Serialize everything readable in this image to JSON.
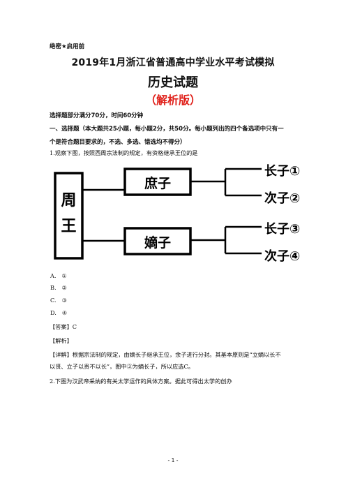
{
  "header": {
    "secret_label": "绝密★启用前",
    "exam_title": "2019年1月浙江省普通高中学业水平考试模拟",
    "subject_title": "历史试题",
    "edition_label": "（解析版）"
  },
  "instructions": {
    "score_note": "选择题部分满分70分，时间60分钟",
    "section_line1": "一、选择题（本大题共25小题，每小题2分，共50分。每小题列出的四个备选项中只有一",
    "section_line2": "个是符合题目要求的，不选、多选、错选均不得分）"
  },
  "question1": {
    "stem": "1.观察下图，按照西周宗法制的规定，有资格继承王位的是",
    "diagram": {
      "king": [
        "周",
        "王"
      ],
      "branch_top": "庶子",
      "branch_bottom": "嫡子",
      "leaves": [
        "长子①",
        "次子②",
        "长子③",
        "次子④"
      ]
    },
    "options": [
      {
        "letter": "A.",
        "text": "①"
      },
      {
        "letter": "B.",
        "text": "②"
      },
      {
        "letter": "C.",
        "text": "③"
      },
      {
        "letter": "D.",
        "text": "④"
      }
    ],
    "answer": "【答案】C",
    "analysis_label": "【解析】",
    "detail_line1": "【详解】根据宗法制的规定，由嫡长子继承王位，余子进行分封。其基本原则是“立嫡以长不",
    "detail_line2": "以贤、立子以贵不以长”，图中③为嫡长子，所以应选C。"
  },
  "question2": {
    "stem": "2.下图为汉武帝采纳的有关太学运作的具体方案。据此可得出太学的创办"
  },
  "footer": {
    "page_number": "- 1 -"
  }
}
